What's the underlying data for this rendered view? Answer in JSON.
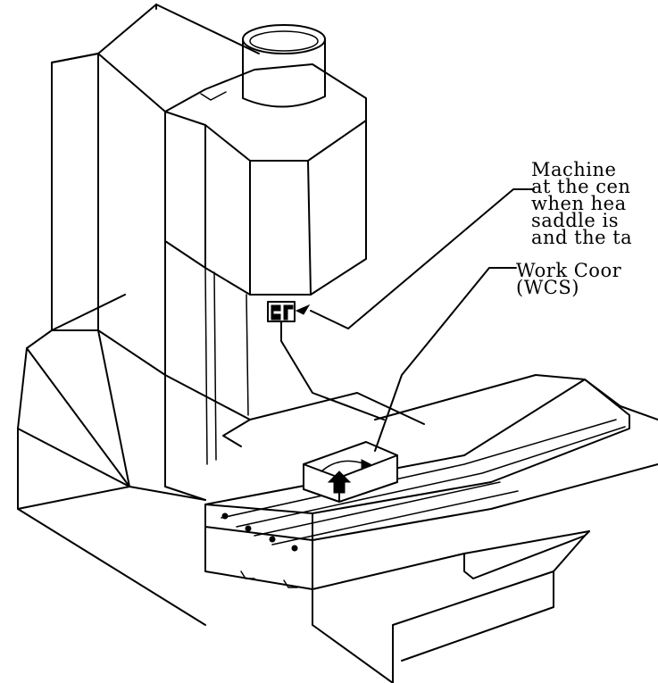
{
  "callouts": {
    "machine_coordinate": {
      "lines": [
        "Machine",
        "at the cen",
        "when hea",
        "saddle is",
        "and the ta"
      ]
    },
    "work_coordinate": {
      "lines": [
        "Work Coor",
        "(WCS)"
      ]
    }
  }
}
